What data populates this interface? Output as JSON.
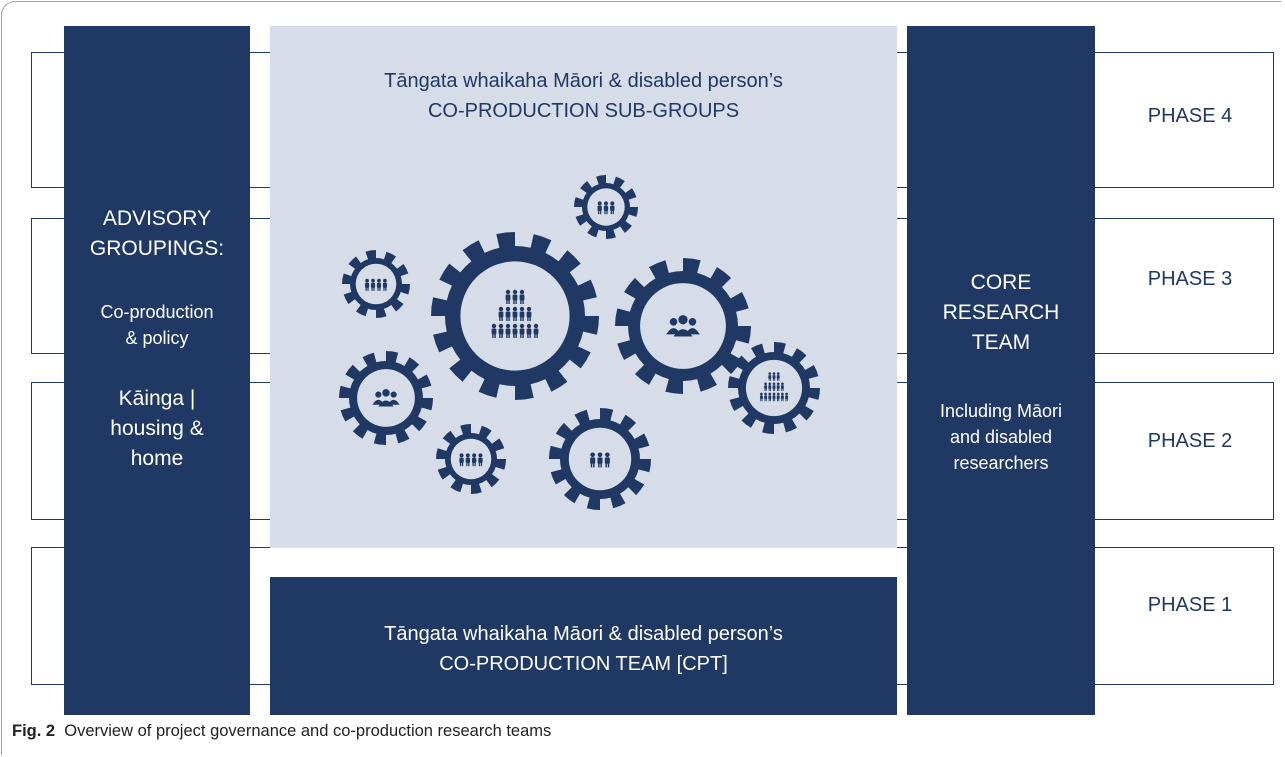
{
  "phases": [
    "PHASE 4",
    "PHASE 3",
    "PHASE 2",
    "PHASE 1"
  ],
  "advisory": {
    "title_line1": "ADVISORY",
    "title_line2": "GROUPINGS:",
    "sub1_line1": "Co-production",
    "sub1_line2": "& policy",
    "sub2_line1": "Kāinga |",
    "sub2_line2": "housing &",
    "sub2_line3": "home"
  },
  "core": {
    "line1": "CORE",
    "line2": "RESEARCH",
    "line3": "TEAM",
    "sub_line1": "Including Māori",
    "sub_line2": "and disabled",
    "sub_line3": "researchers"
  },
  "subgroups": {
    "line1": "Tāngata whaikaha Māori & disabled person’s",
    "line2": "CO-PRODUCTION SUB-GROUPS"
  },
  "cpt": {
    "line1": "Tāngata whaikaha Māori & disabled person’s",
    "line2": "CO-PRODUCTION TEAM [CPT]"
  },
  "caption": {
    "label": "Fig. 2",
    "text": "Overview of project governance and co-production research teams"
  },
  "colors": {
    "navy": "#1f3864",
    "panel": "#d6dde8"
  }
}
